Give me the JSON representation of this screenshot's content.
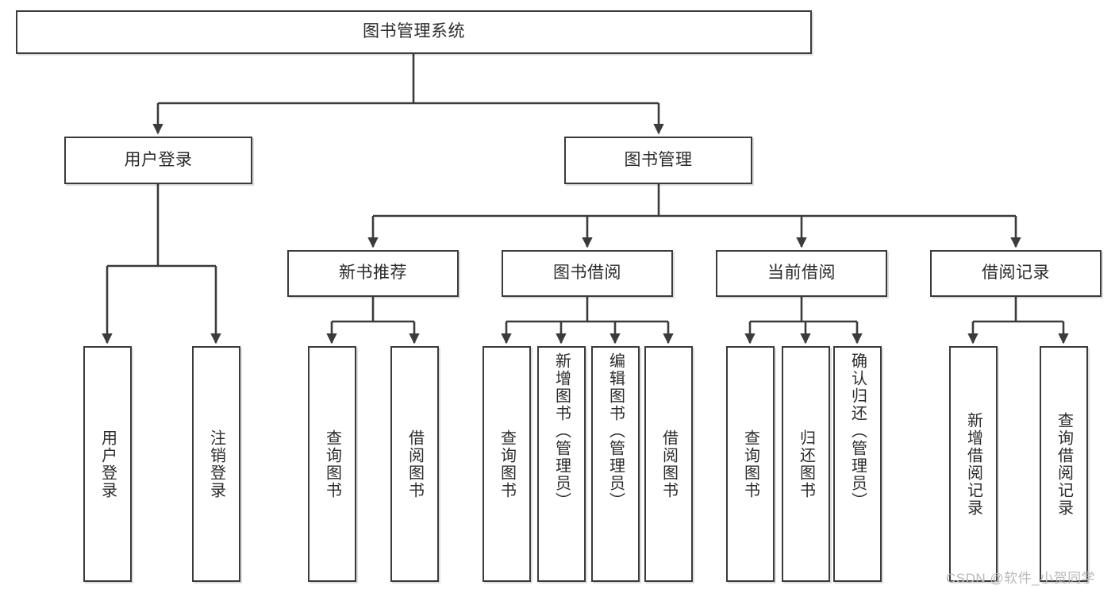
{
  "diagram": {
    "type": "tree-hierarchy-chart",
    "title": "图书管理系统",
    "colors": {
      "box_border": "#3b3b3b",
      "box_fill": "#ffffff",
      "connector": "#3b3b3b",
      "text": "#2b2b2b",
      "watermark": "#b9b9b9",
      "background": "#ffffff"
    },
    "nodes": {
      "root": {
        "label": "图书管理系统"
      },
      "level2": [
        {
          "id": "user-login",
          "label": "用户登录"
        },
        {
          "id": "book-management",
          "label": "图书管理"
        }
      ],
      "level3": [
        {
          "id": "new-book-recommend",
          "label": "新书推荐"
        },
        {
          "id": "book-borrow",
          "label": "图书借阅"
        },
        {
          "id": "current-borrow",
          "label": "当前借阅"
        },
        {
          "id": "borrow-record",
          "label": "借阅记录"
        }
      ],
      "leaves": {
        "user-login": [
          {
            "id": "user-login-leaf",
            "label": "用户登录"
          },
          {
            "id": "logout-leaf",
            "label": "注销登录"
          }
        ],
        "new-book-recommend": [
          {
            "id": "query-book-1",
            "label": "查询图书"
          },
          {
            "id": "borrow-book-1",
            "label": "借阅图书"
          }
        ],
        "book-borrow": [
          {
            "id": "query-book-2",
            "label": "查询图书"
          },
          {
            "id": "add-book",
            "label": "新增图书（管理员）"
          },
          {
            "id": "edit-book",
            "label": "编辑图书（管理员）"
          },
          {
            "id": "borrow-book-2",
            "label": "借阅图书"
          }
        ],
        "current-borrow": [
          {
            "id": "query-book-3",
            "label": "查询图书"
          },
          {
            "id": "return-book",
            "label": "归还图书"
          },
          {
            "id": "confirm-return",
            "label": "确认归还（管理员）"
          }
        ],
        "borrow-record": [
          {
            "id": "add-borrow-record",
            "label": "新增借阅记录"
          },
          {
            "id": "query-borrow-record",
            "label": "查询借阅记录"
          }
        ]
      }
    },
    "watermark": "CSDN @软件_小贺同学"
  }
}
